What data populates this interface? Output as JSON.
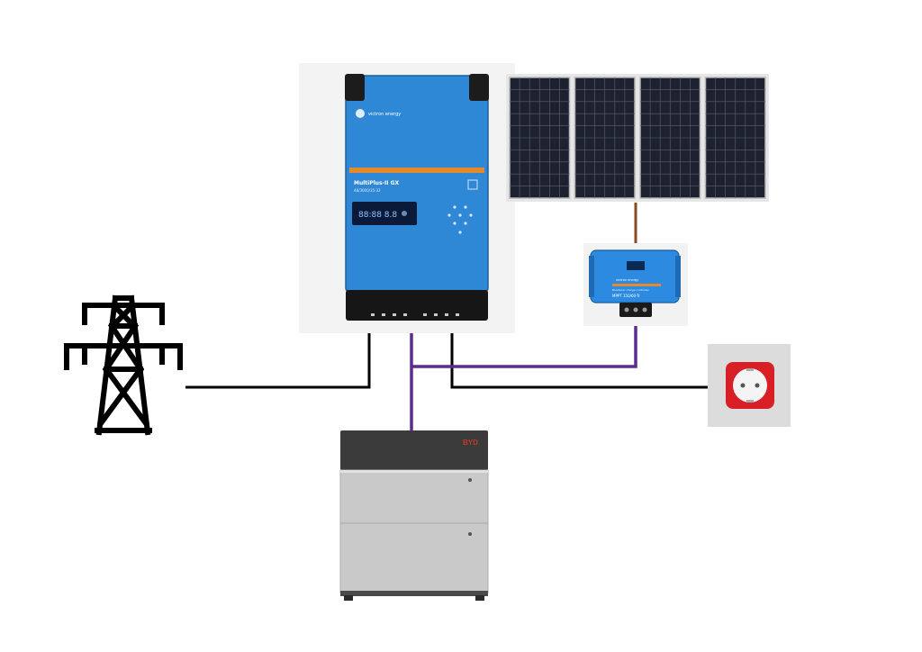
{
  "inverter": {
    "brand": "victron energy",
    "model": "MultiPlus-II GX",
    "subtitle": "48/3000/35-32",
    "display_value": "88:88 8.8",
    "body_color": "#2f88d6",
    "stripe_color": "#e58a2c"
  },
  "charge_controller": {
    "brand": "victron energy",
    "model": "MPPT 150/60-Tr",
    "title": "BlueSolar charge controller",
    "body_color": "#2c8ae0"
  },
  "battery": {
    "brand": "BYD",
    "modules": 2,
    "body_color": "#c9c9c9",
    "top_color": "#3b3b3b"
  },
  "solar_array": {
    "panels": 4,
    "cell_color": "#1d2130"
  },
  "outlet": {
    "color": "#d81f26",
    "plate_color": "#dcdcdc"
  },
  "grid": {
    "icon": "power-pylon-icon"
  },
  "wires": {
    "ac_color": "#000000",
    "dc_color": "#5b2d90",
    "pv_color": "#8b4a1f"
  }
}
